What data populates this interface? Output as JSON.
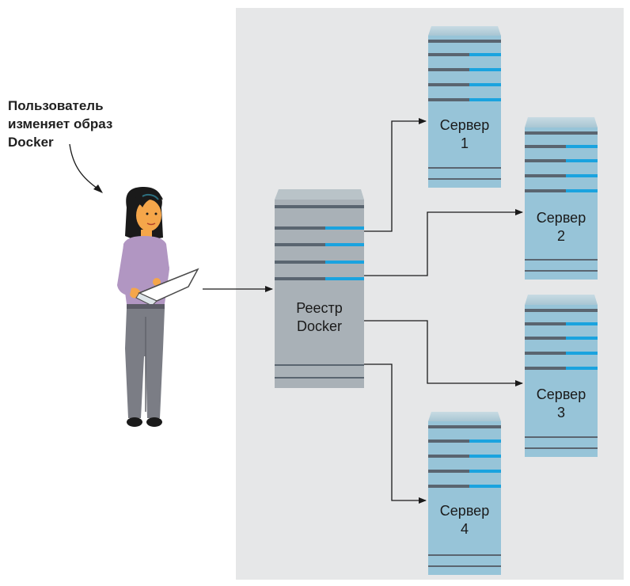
{
  "caption": "Пользователь\nизменяет образ\nDocker",
  "registry": {
    "label": "Реестр\nDocker"
  },
  "servers": [
    {
      "label": "Сервер\n1"
    },
    {
      "label": "Сервер\n2"
    },
    {
      "label": "Сервер\n3"
    },
    {
      "label": "Сервер\n4"
    }
  ],
  "colors": {
    "panel": "#e6e7e8",
    "registry_body": "#a9b1b7",
    "server_body": "#97c4d8",
    "stripe_dark": "#5a6570",
    "stripe_accent": "#1aa3df",
    "arrow": "#1a1a1a"
  }
}
